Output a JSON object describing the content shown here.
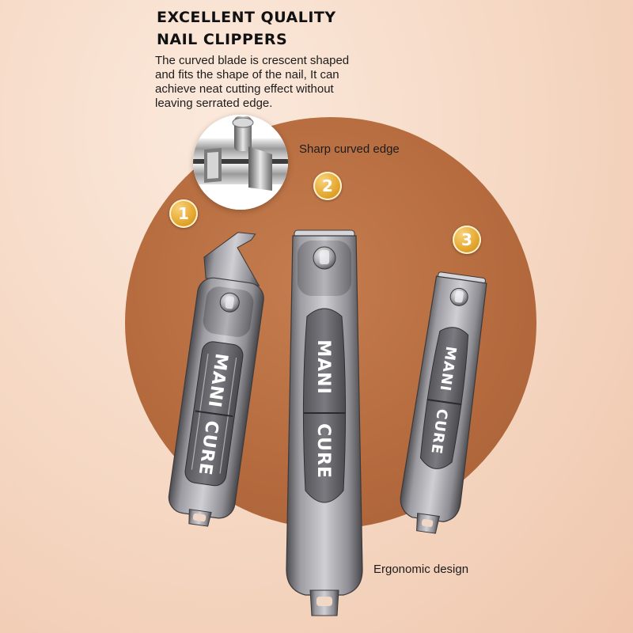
{
  "headline": {
    "line1": "EXCELLENT QUALITY",
    "line2": "NAIL CLIPPERS"
  },
  "description": {
    "line1": "The curved blade is crescent shaped",
    "line2": "and fits the shape of the nail, It can",
    "line3": "achieve neat cutting effect without",
    "line4": "leaving serrated edge."
  },
  "callouts": {
    "edge": "Sharp curved edge",
    "ergonomic": "Ergonomic design"
  },
  "badges": [
    "1",
    "2",
    "3"
  ],
  "clippers": [
    {
      "brand_top": "MANI",
      "brand_bottom": "CURE"
    },
    {
      "brand_top": "MANI",
      "brand_bottom": "CURE"
    },
    {
      "brand_top": "MANI",
      "brand_bottom": "CURE"
    }
  ],
  "colors": {
    "background": "#f5d7c2",
    "circle": "#b46a3d",
    "badge": "#e5a830",
    "steel": "#8a8a8e",
    "text": "#111111"
  }
}
